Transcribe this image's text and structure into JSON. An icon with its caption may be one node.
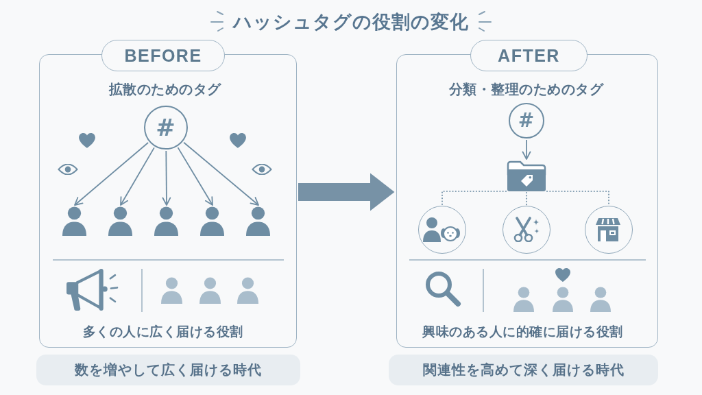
{
  "diagram": {
    "title": "ハッシュタグの役割の変化",
    "nodes": [
      {
        "text": [
          "BEFORE"
        ]
      },
      {
        "text": [
          "拡散のためのタグ",
          "多くの人に広く届ける役割"
        ]
      },
      {
        "text": [
          "#"
        ],
        "in": 1
      },
      {
        "text": [],
        "shape": "person",
        "in": 1
      },
      {
        "text": [],
        "shape": "person",
        "in": 1
      },
      {
        "text": [],
        "shape": "person",
        "in": 1
      },
      {
        "text": [],
        "shape": "person",
        "in": 1
      },
      {
        "text": [],
        "shape": "person",
        "in": 1
      },
      {
        "text": [
          "数を増やして広く届ける時代"
        ]
      },
      {
        "text": [
          "AFTER"
        ]
      },
      {
        "text": [
          "分類・整理のためのタグ",
          "興味のある人に的確に届ける役割"
        ]
      },
      {
        "text": [
          "#"
        ],
        "in": 10
      },
      {
        "text": [],
        "shape": "picture",
        "in": 10
      },
      {
        "text": [],
        "shape": "circle",
        "in": 10
      },
      {
        "text": [],
        "shape": "circle",
        "in": 10
      },
      {
        "text": [],
        "shape": "circle",
        "in": 10
      },
      {
        "text": [
          "関連性を高めて深く届ける時代"
        ]
      }
    ],
    "edges": [
      {
        "from": 2,
        "to": 3,
        "arrow": "to"
      },
      {
        "from": 2,
        "to": 4,
        "arrow": "to"
      },
      {
        "from": 2,
        "to": 5,
        "arrow": "to"
      },
      {
        "from": 2,
        "to": 6,
        "arrow": "to"
      },
      {
        "from": 2,
        "to": 7,
        "arrow": "to"
      },
      {
        "from": 1,
        "to": 10,
        "arrow": "to",
        "style": "thick"
      },
      {
        "from": 11,
        "to": 12,
        "arrow": "to"
      },
      {
        "from": 12,
        "to": 13,
        "arrow": "none",
        "style": "dashed"
      },
      {
        "from": 12,
        "to": 14,
        "arrow": "none",
        "style": "dashed"
      },
      {
        "from": 12,
        "to": 15,
        "arrow": "none",
        "style": "dashed"
      }
    ]
  }
}
